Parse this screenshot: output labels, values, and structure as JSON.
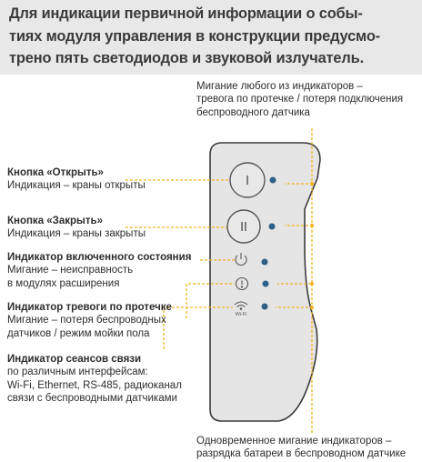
{
  "header": {
    "lines": [
      "Для индикации первичной информации о собы-",
      "тиях модуля управления в конструкции предусмо-",
      "трено пять светодиодов и звуковой излучатель."
    ]
  },
  "top_right_note": {
    "lines": [
      "Мигание любого из индикаторов –",
      "тревога по протечке / потеря подключения",
      "беспроводного датчика"
    ]
  },
  "bottom_right_note": {
    "lines": [
      "Одновременное мигание индикаторов –",
      "разрядка батареи в беспроводном датчике"
    ]
  },
  "labels": [
    {
      "title": "Кнопка «Открыть»",
      "lines": [
        "Индикация – краны открыты"
      ]
    },
    {
      "title": "Кнопка «Закрыть»",
      "lines": [
        "Индикация – краны закрыты"
      ]
    },
    {
      "title": "Индикатор включенного состояния",
      "lines": [
        "Мигание – неисправность",
        "в модулях расширения"
      ]
    },
    {
      "title": "Индикатор тревоги по протечке",
      "lines": [
        "Мигание – потеря беспроводных",
        "датчиков / режим мойки пола"
      ]
    },
    {
      "title": "Индикатор сеансов связи",
      "lines": [
        "по различным интерфейсам:",
        "Wi-Fi, Ethernet, RS-485, радиоканал",
        "связи с беспроводными датчиками"
      ]
    }
  ],
  "device": {
    "open_button_glyph": "I",
    "close_button_glyph": "II",
    "wifi_caption": "Wi-Fi"
  },
  "colors": {
    "accent": "#f2b51c",
    "device_body": "#e5e5e5",
    "led": "#2e5f86",
    "header_band": "#e8e8e8"
  }
}
